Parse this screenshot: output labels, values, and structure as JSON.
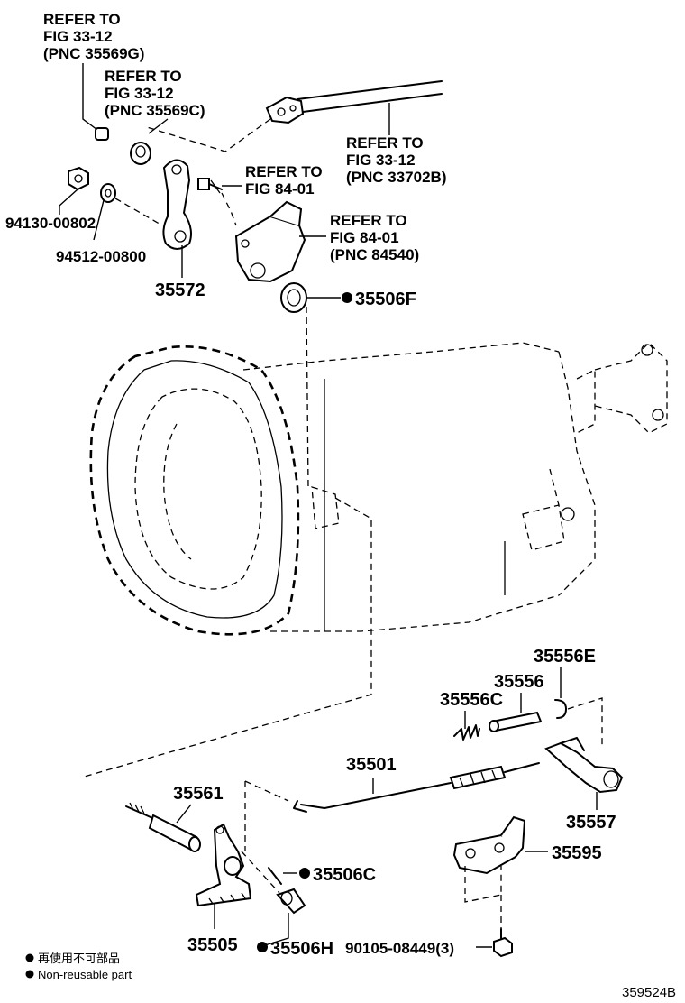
{
  "refs": {
    "r1": [
      "REFER TO",
      "FIG 33-12",
      "(PNC 35569G)"
    ],
    "r2": [
      "REFER TO",
      "FIG 33-12",
      "(PNC 35569C)"
    ],
    "r3": [
      "REFER TO",
      "FIG 33-12",
      "(PNC 33702B)"
    ],
    "r4": [
      "REFER TO",
      "FIG 84-01"
    ],
    "r5": [
      "REFER TO",
      "FIG 84-01",
      "(PNC 84540)"
    ]
  },
  "parts": {
    "p94130": "94130-00802",
    "p94512": "94512-00800",
    "p35572": "35572",
    "p35506F": "35506F",
    "p35556E": "35556E",
    "p35556": "35556",
    "p35556C": "35556C",
    "p35501": "35501",
    "p35557": "35557",
    "p35561": "35561",
    "p35595": "35595",
    "p35506C": "35506C",
    "p35505": "35505",
    "p35506H": "35506H",
    "p90105": "90105-08449(3)"
  },
  "legend": {
    "jp": "再使用不可部品",
    "en": "Non-reusable part"
  },
  "figure_id": "359524B"
}
